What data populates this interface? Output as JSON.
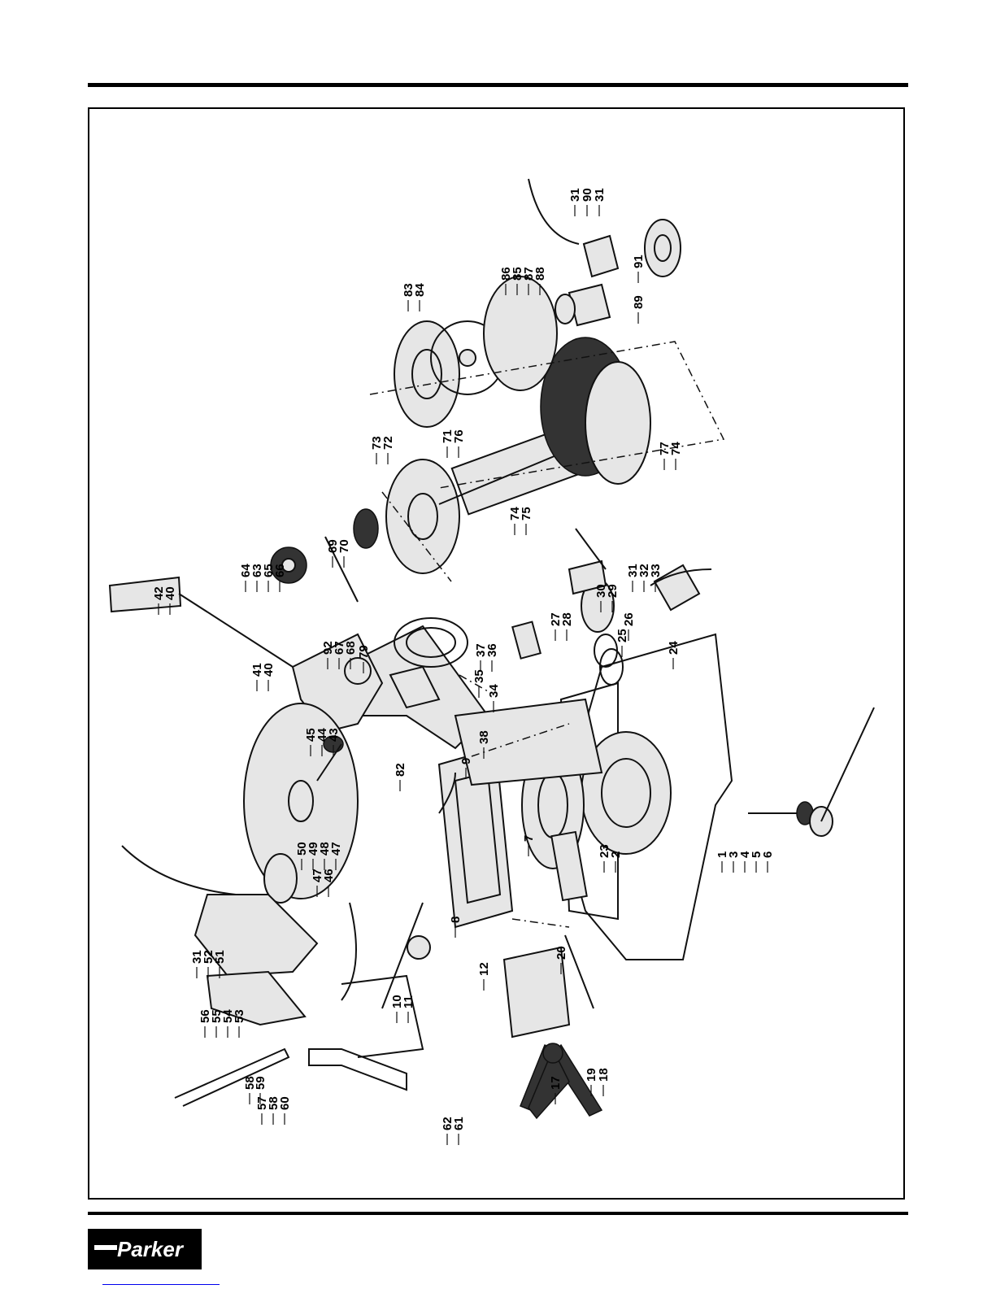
{
  "brand": {
    "logo_text": "Parker"
  },
  "part_numbers": [
    "31",
    "90",
    "31",
    "91",
    "86",
    "85",
    "87",
    "88",
    "89",
    "83",
    "84",
    "73",
    "72",
    "71",
    "76",
    "69",
    "70",
    "74",
    "75",
    "77",
    "74",
    "64",
    "63",
    "65",
    "66",
    "42",
    "40",
    "92",
    "67",
    "68",
    "79",
    "31",
    "32",
    "33",
    "27",
    "28",
    "30",
    "29",
    "26",
    "25",
    "24",
    "37",
    "36",
    "35",
    "34",
    "41",
    "40",
    "38",
    "9",
    "45",
    "44",
    "43",
    "82",
    "7",
    "23",
    "2",
    "1",
    "3",
    "4",
    "5",
    "6",
    "50",
    "49",
    "48",
    "47",
    "47",
    "46",
    "8",
    "20",
    "31",
    "52",
    "51",
    "56",
    "55",
    "54",
    "53",
    "10",
    "11",
    "12",
    "57",
    "58",
    "60",
    "58",
    "59",
    "17",
    "19",
    "18",
    "62",
    "61"
  ]
}
